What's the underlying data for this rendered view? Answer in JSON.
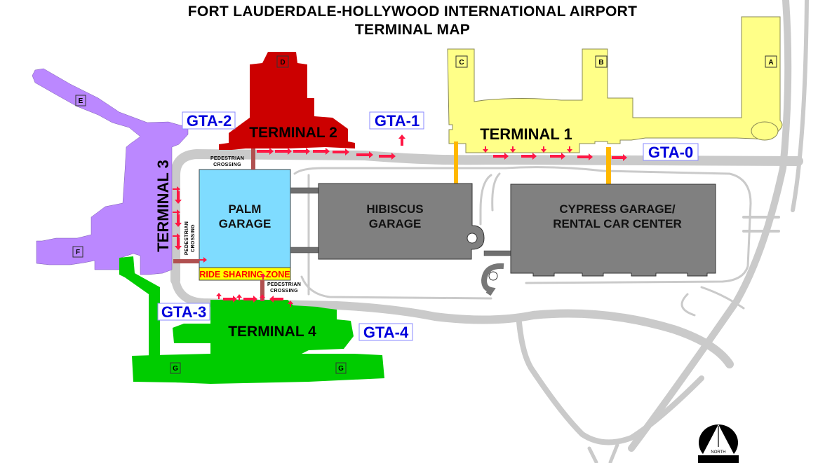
{
  "title": {
    "line1": "FORT LAUDERDALE-HOLLYWOOD INTERNATIONAL AIRPORT",
    "line2": "TERMINAL MAP"
  },
  "colors": {
    "terminal1": "#ffff88",
    "terminal2": "#cc0000",
    "terminal3": "#bb88ff",
    "terminal4": "#00cc00",
    "palm_garage": "#7fdcff",
    "hibiscus_garage": "#808080",
    "cypress_garage": "#808080",
    "ride_sharing_zone": "#ffff00",
    "ride_sharing_text": "#ff0000",
    "walkway_arrows": "#ff1744",
    "gta_labels": "#0000dd",
    "connector_bridges": "#ffb800",
    "roads": "#cacaca"
  },
  "terminals": [
    {
      "id": "terminal-1",
      "label": "TERMINAL 1",
      "concourses": [
        "A",
        "B",
        "C"
      ]
    },
    {
      "id": "terminal-2",
      "label": "TERMINAL 2",
      "concourses": [
        "D"
      ]
    },
    {
      "id": "terminal-3",
      "label": "TERMINAL 3",
      "concourses": [
        "E",
        "F"
      ]
    },
    {
      "id": "terminal-4",
      "label": "TERMINAL 4",
      "concourses": [
        "G",
        "G"
      ]
    }
  ],
  "concourses": {
    "A": "A",
    "B": "B",
    "C": "C",
    "D": "D",
    "E": "E",
    "F": "F",
    "G1": "G",
    "G2": "G"
  },
  "gta": {
    "gta0": "GTA-0",
    "gta1": "GTA-1",
    "gta2": "GTA-2",
    "gta3": "GTA-3",
    "gta4": "GTA-4"
  },
  "garages": {
    "palm": {
      "line1": "PALM",
      "line2": "GARAGE"
    },
    "hibiscus": {
      "line1": "HIBISCUS",
      "line2": "GARAGE"
    },
    "cypress": {
      "line1": "CYPRESS GARAGE/",
      "line2": "RENTAL CAR CENTER"
    }
  },
  "ride_sharing_zone": "RIDE SHARING ZONE",
  "pedestrian_crossing": {
    "line1": "PEDESTRIAN",
    "line2": "CROSSING"
  },
  "north_arrow": {
    "label": "NORTH"
  }
}
